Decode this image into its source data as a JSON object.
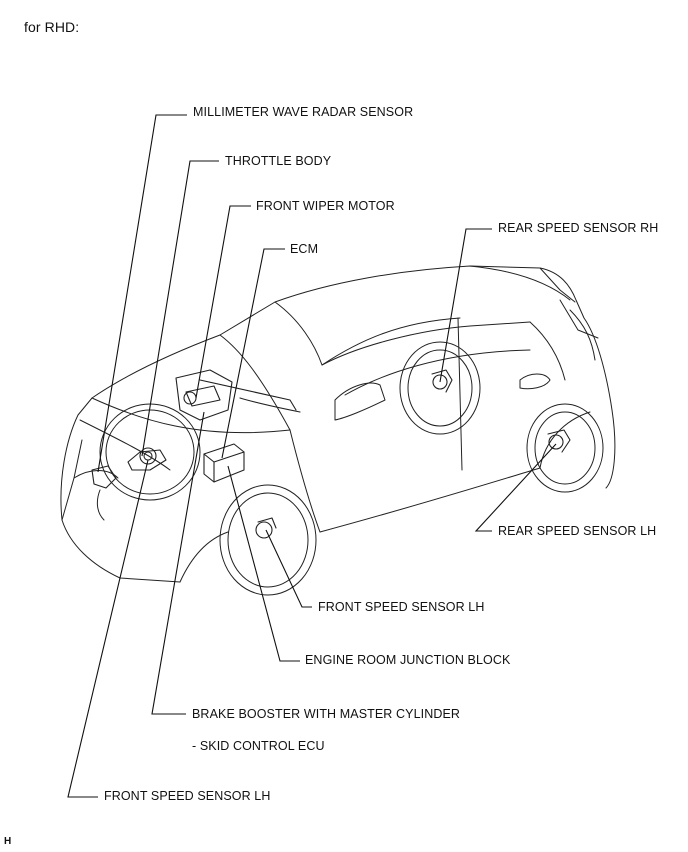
{
  "header": "for RHD:",
  "labels": {
    "millimeter_wave_radar_sensor": "MILLIMETER WAVE RADAR SENSOR",
    "throttle_body": "THROTTLE BODY",
    "front_wiper_motor": "FRONT WIPER MOTOR",
    "ecm": "ECM",
    "rear_speed_sensor_rh": "REAR SPEED SENSOR RH",
    "rear_speed_sensor_lh": "REAR SPEED SENSOR LH",
    "front_speed_sensor_lh_right": "FRONT SPEED SENSOR LH",
    "engine_room_junction_block": "ENGINE ROOM JUNCTION BLOCK",
    "brake_booster": "BRAKE BOOSTER WITH MASTER CYLINDER",
    "skid_control_ecu": "- SKID CONTROL ECU",
    "front_speed_sensor_lh_left": "FRONT SPEED SENSOR LH"
  },
  "figure_code": "H"
}
